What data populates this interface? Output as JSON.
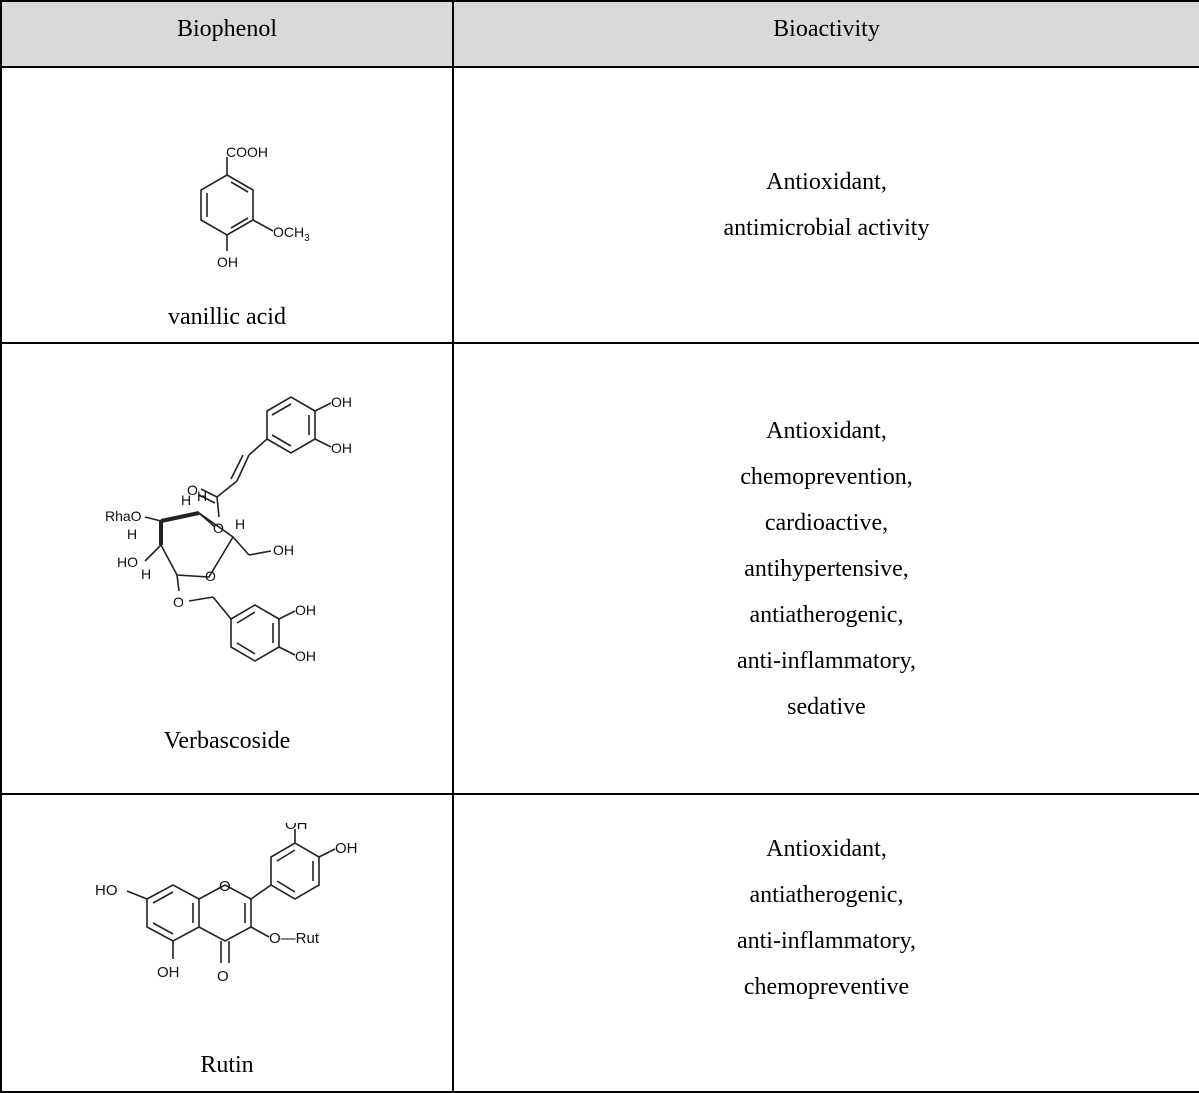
{
  "table": {
    "headers": [
      "Biophenol",
      "Bioactivity"
    ],
    "rows": [
      {
        "compound": "vanillic acid",
        "labels": {
          "cooh": "COOH",
          "och3": "OCH",
          "och3_sub": "3",
          "oh": "OH"
        },
        "activities": [
          "Antioxidant,",
          "antimicrobial activity"
        ]
      },
      {
        "compound": "Verbascoside",
        "labels": {
          "oh_top1": "OH",
          "oh_top2": "OH",
          "o_carbonyl": "O",
          "h1": "H",
          "h2": "H",
          "h3": "H",
          "o_ester": "O",
          "rhao": "RhaO",
          "h4": "H",
          "ch2oh": "OH",
          "ho": "HO",
          "h5": "H",
          "o_ring": "O",
          "o_glyc": "O",
          "oh_bot1": "OH",
          "oh_bot2": "OH"
        },
        "activities": [
          "Antioxidant,",
          "chemoprevention,",
          "cardioactive,",
          "antihypertensive,",
          "antiatherogenic,",
          "anti-inflammatory,",
          "sedative"
        ]
      },
      {
        "compound": "Rutin",
        "labels": {
          "oh_top": "OH",
          "oh_right": "OH",
          "ho_left": "HO",
          "o_ring": "O",
          "o_rut": "O—Rut",
          "oh_bottom": "OH",
          "o_keto": "O"
        },
        "activities": [
          "Antioxidant,",
          "antiatherogenic,",
          "anti-inflammatory,",
          "chemopreventive"
        ]
      }
    ]
  }
}
